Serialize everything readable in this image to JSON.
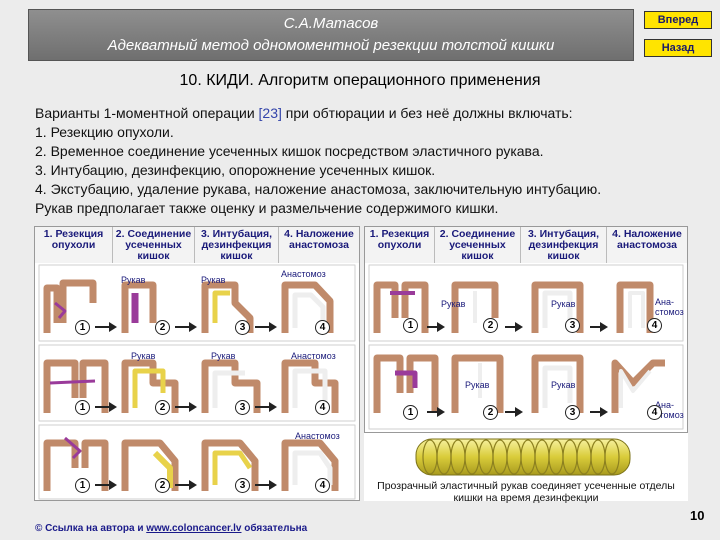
{
  "header": {
    "author": "С.А.Матасов",
    "title": "Адекватный метод одномоментной резекции толстой кишки"
  },
  "nav": {
    "forward": "Вперед",
    "back": "Назад"
  },
  "subtitle": "10. КИДИ. Алгоритм операционного применения",
  "intro": {
    "line1_pre": "Варианты 1-моментной операции ",
    "line1_ref": "[23]",
    "line1_post": " при обтюрации и без неё должны включать:",
    "items": [
      "1. Резекцию опухоли.",
      "2. Временное соединение усеченных кишок посредством эластичного рукава.",
      "3. Интубацию, дезинфекцию, опорожнение усеченных кишок.",
      "4. Экстубацию, удаление рукава, наложение анастомоза, заключительную интубацию."
    ],
    "line_last": " Рукав предполагает также оценку и размельчение содержимого кишки."
  },
  "columns": {
    "left": [
      "1. Резекция опухоли",
      "2. Соединение усеченных кишок",
      "3. Интубация, дезинфекция кишок",
      "4. Наложение анастомоза"
    ],
    "right": [
      "1. Резекция опухоли",
      "2. Соединение усеченных кишок",
      "3. Интубация, дезинфекция кишок",
      "4. Наложение анастомоза"
    ]
  },
  "labels": {
    "sleeve": "Рукав",
    "anastomosis": "Анастомоз",
    "anastomosis_split_1": "Ана-",
    "anastomosis_split_2": "стомоз",
    "anastomosis_split2_1": "Ана-",
    "anastomosis_split2_2": "стомоз",
    "n1": "1",
    "n2": "2",
    "n3": "3",
    "n4": "4"
  },
  "caption": "Прозрачный эластичный рукав соединяет усеченные отделы кишки на время дезинфекции",
  "footer": {
    "pre": "© Ссылка на автора и ",
    "link": "www.coloncancer.lv",
    "post": " обязательна"
  },
  "page_number": "10",
  "colors": {
    "bowel": "#c08a6a",
    "sleeve": "#e8d24a",
    "tumor": "#9a3b9a",
    "header_bg": "#7f7f7f",
    "nav_btn": "#ffe400"
  }
}
